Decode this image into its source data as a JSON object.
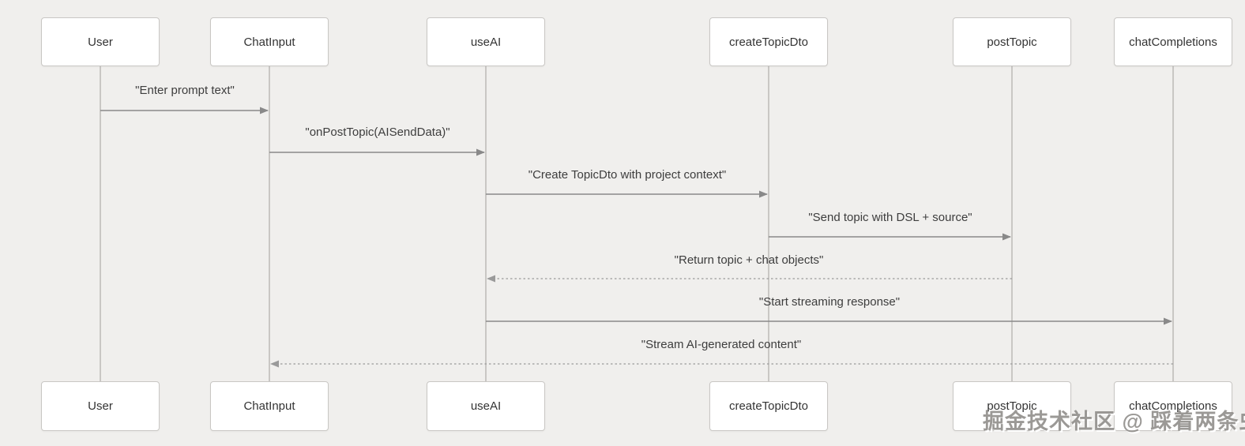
{
  "colors": {
    "background": "#f0efed",
    "box_fill": "#ffffff",
    "box_border": "#c9c7c4",
    "box_text": "#333333",
    "message_text": "#3d3d3d",
    "solid_arrow": "#898989",
    "dashed_arrow": "#9a9a9a",
    "lifeline": "#bcbab7",
    "watermark_text": "#89878480"
  },
  "chart_data": {
    "type": "sequence-diagram",
    "participants": [
      {
        "name": "User"
      },
      {
        "name": "ChatInput"
      },
      {
        "name": "useAI"
      },
      {
        "name": "createTopicDto"
      },
      {
        "name": "postTopic"
      },
      {
        "name": "chatCompletions"
      }
    ],
    "messages": [
      {
        "text": "\"Enter prompt text\"",
        "from": "User",
        "to": "ChatInput",
        "line": "solid"
      },
      {
        "text": "\"onPostTopic(AISendData)\"",
        "from": "ChatInput",
        "to": "useAI",
        "line": "solid"
      },
      {
        "text": "\"Create TopicDto with project context\"",
        "from": "useAI",
        "to": "createTopicDto",
        "line": "solid"
      },
      {
        "text": "\"Send topic with DSL + source\"",
        "from": "createTopicDto",
        "to": "postTopic",
        "line": "solid"
      },
      {
        "text": "\"Return topic + chat objects\"",
        "from": "postTopic",
        "to": "useAI",
        "line": "dashed"
      },
      {
        "text": "\"Start streaming response\"",
        "from": "useAI",
        "to": "chatCompletions",
        "line": "solid"
      },
      {
        "text": "\"Stream AI-generated content\"",
        "from": "chatCompletions",
        "to": "ChatInput",
        "line": "dashed"
      }
    ]
  },
  "watermark": {
    "text": "掘金技术社区 @ 踩着两条虫"
  }
}
